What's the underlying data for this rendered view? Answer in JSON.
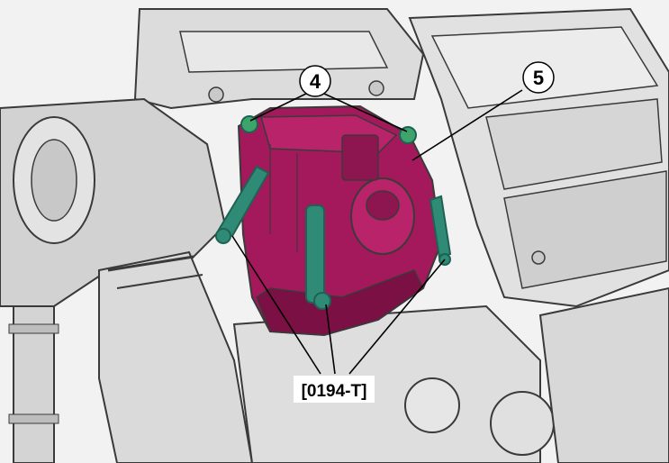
{
  "colors": {
    "background": "#f2f2f2",
    "engine_gray": "#d9d9d9",
    "engine_shadow": "#b7b7b7",
    "outline": "#3a3a3a",
    "fuel_filter": "#a3195b",
    "fuel_filter_dark": "#7a1043",
    "tool_green": "#2f8a76",
    "tool_green_dark": "#1f6253",
    "bolt_green": "#3da56c",
    "callout_fill": "#ffffff",
    "callout_text": "#000000"
  },
  "callouts": {
    "bolts": "4",
    "filter": "5"
  },
  "tool_label": "[0194-T]",
  "icons": {
    "bolt": "green-bolt-icon",
    "tool": "green-tool-rod-icon"
  }
}
